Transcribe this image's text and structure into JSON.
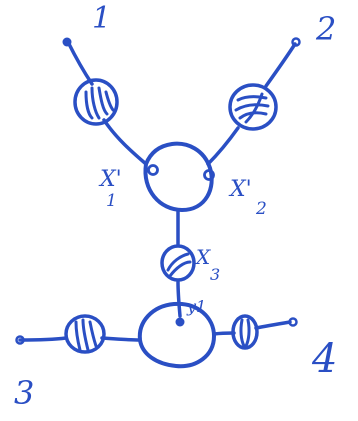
{
  "colors": {
    "ink": "#2a4fc4",
    "background": "#ffffff"
  },
  "labels": {
    "external_1": "1",
    "external_2": "2",
    "external_3": "3",
    "external_4": "4",
    "x1_main": "X'",
    "x1_sub": "1",
    "x2_main": "X'",
    "x2_sub": "2",
    "x3_main": "X",
    "x3_sub": "3",
    "y1": "y1"
  }
}
